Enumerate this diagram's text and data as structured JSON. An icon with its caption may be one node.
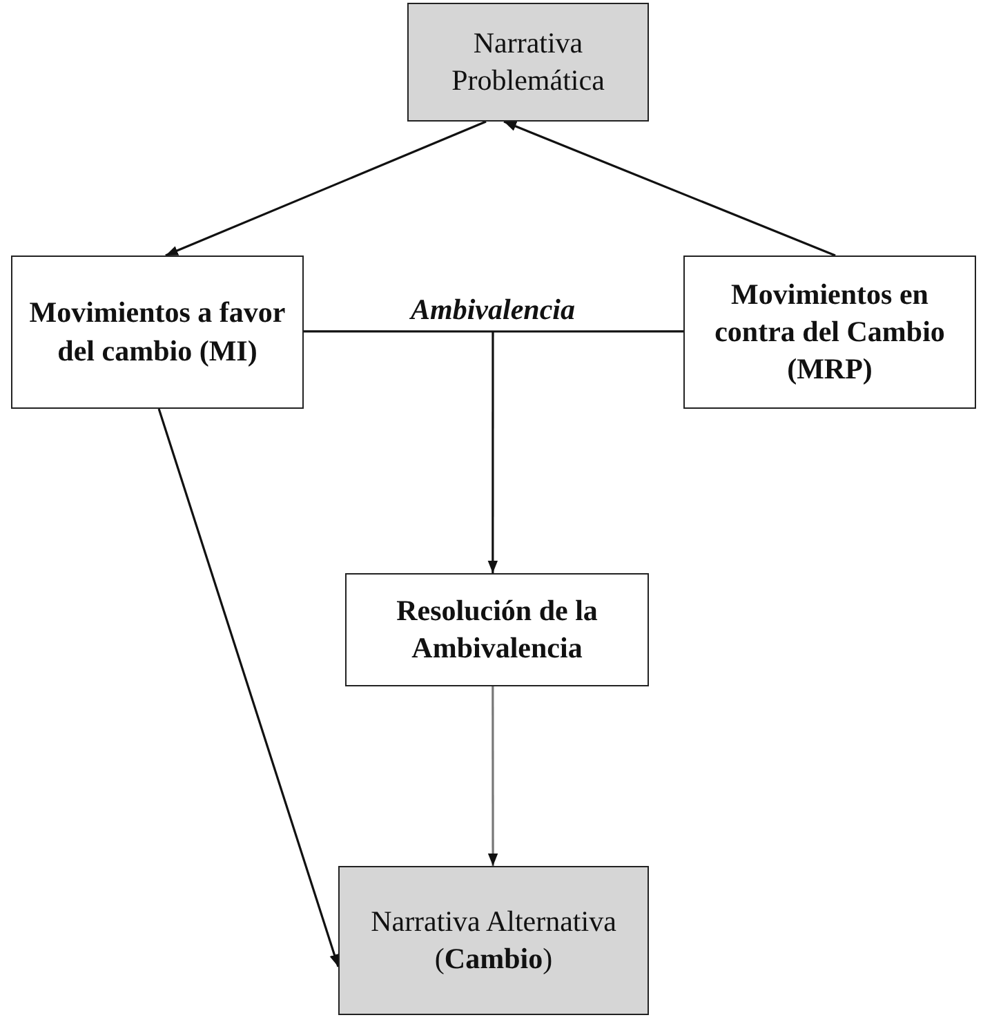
{
  "diagram": {
    "nodes": [
      {
        "text": [
          "Narrativa Problemática"
        ]
      },
      {
        "text": [
          "Movimientos a favor del cambio (MI)"
        ]
      },
      {
        "text": [
          "Ambivalencia"
        ]
      },
      {
        "text": [
          "Movimientos en contra del Cambio (MRP)"
        ]
      },
      {
        "text": [
          "Resolución de la Ambivalencia"
        ]
      },
      {
        "text": [
          "Narrativa Alternativa (**Cambio**)"
        ]
      }
    ],
    "edges": [
      {
        "from": 0,
        "to": 1,
        "arrow": "to"
      },
      {
        "from": 3,
        "to": 0,
        "arrow": "to"
      },
      {
        "from": 1,
        "to": 2,
        "arrow": "none"
      },
      {
        "from": 3,
        "to": 2,
        "arrow": "none"
      },
      {
        "from": 2,
        "to": 4,
        "arrow": "to"
      },
      {
        "from": 1,
        "to": 5,
        "arrow": "to"
      },
      {
        "from": 4,
        "to": 5,
        "arrow": "to",
        "color": "#777777"
      }
    ]
  }
}
